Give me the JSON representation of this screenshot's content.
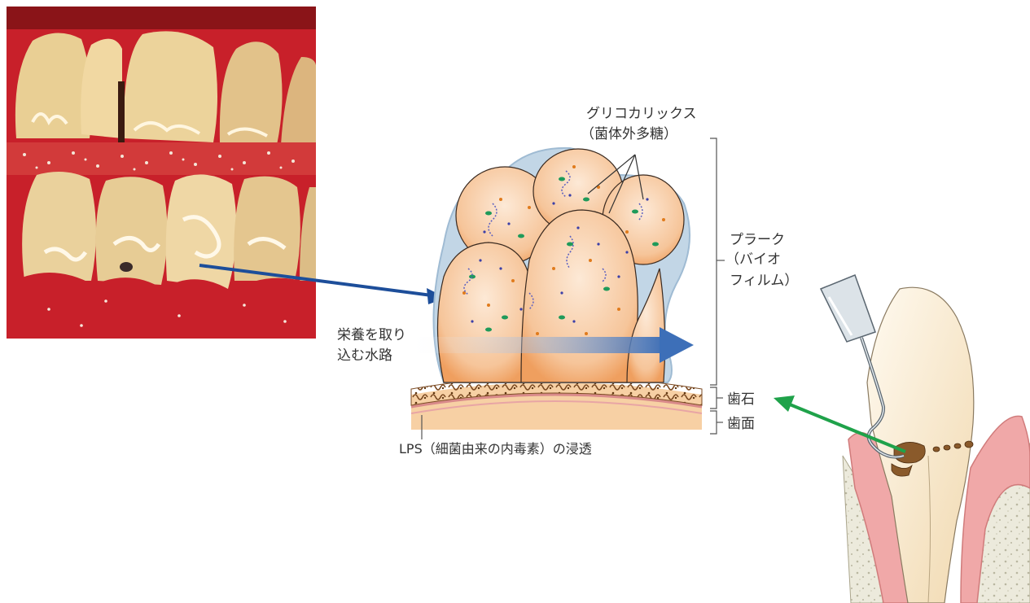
{
  "labels": {
    "glycocalyx_line1": "グリコカリックス",
    "glycocalyx_line2": "（菌体外多糖）",
    "plaque_line1": "プラーク",
    "plaque_line2": "（バイオ",
    "plaque_line3": "フィルム）",
    "channel_line1": "栄養を取り",
    "channel_line2": "込む水路",
    "calculus": "歯石",
    "tooth_surface": "歯面",
    "lps": "LPS（細菌由来の内毒素）の浸透"
  },
  "colors": {
    "gum_red": "#c8202a",
    "tooth_ivory": "#f3d9a6",
    "biofilm_orange": "#f4b277",
    "glycocalyx_blue": "#c2d6e6",
    "calculus_brown": "#8a5a2b",
    "arrow_blue": "#1d4e9a",
    "arrow_green": "#1fa24a",
    "channel_blue": "#3d6fb8"
  },
  "icons": [
    "dental-photo",
    "biofilm-illustration",
    "scaler-tool-icon",
    "tooth-cross-section"
  ]
}
